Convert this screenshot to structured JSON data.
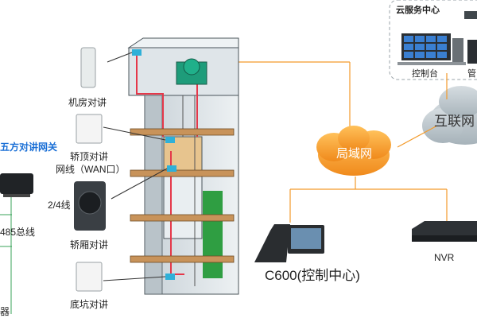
{
  "cloud_service": {
    "title": "云服务中心",
    "console_label": "控制台",
    "manage_label": "管"
  },
  "internet_label": "互联网",
  "lan_label": "局域网",
  "gateway_label": "五方对讲网关",
  "network_label": "网线（WAN口）",
  "wire_label": "2/4线",
  "bus_label": "485总线",
  "bottom_left_label": "器",
  "devices": {
    "machine_room": "机房对讲",
    "car_top": "轿顶对讲",
    "car": "轿厢对讲",
    "pit": "底坑对讲",
    "c600": "C600(控制中心)",
    "nvr": "NVR"
  },
  "colors": {
    "accent_blue": "#1a6fd6",
    "lan_orange": "#f39a2a",
    "line_red": "#e5384a",
    "cloud_gray": "#b6c1c7",
    "shaft_green": "#2f9e42",
    "floor_brown": "#c8935a"
  }
}
